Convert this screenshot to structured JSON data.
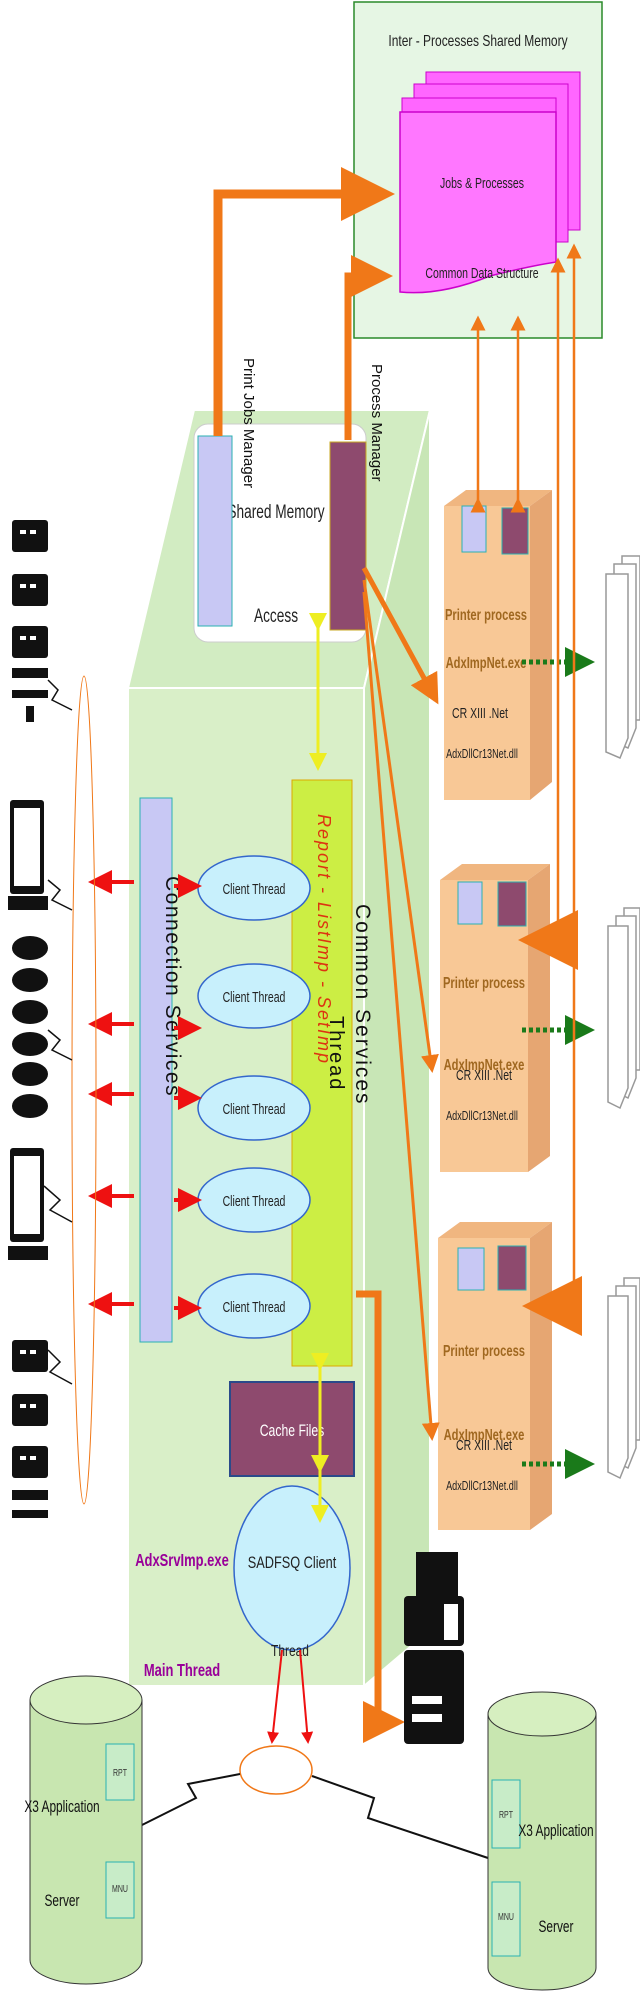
{
  "shared_memory": {
    "title": "Inter - Processes Shared Memory",
    "jobs": "Jobs & Processes",
    "common": "Common Data Structure"
  },
  "manager": {
    "print_jobs_manager": "Print Jobs Manager",
    "process_manager": "Process Manager",
    "sm_access_1": "Shared Memory",
    "sm_access_2": "Access"
  },
  "server": {
    "connection_services": "Connection Services",
    "thread_label": "Thread",
    "report_listimp": "Report - ListImp - SetImp",
    "common_services": "Common Services",
    "client_thread": "Client Thread",
    "cache_files": "Cache Files",
    "sadfsq_1": "SADFSQ  Client",
    "sadfsq_2": "Thread",
    "exe_name": "AdxSrvImp.exe",
    "main_thread": "Main Thread"
  },
  "printer_processes": [
    {
      "title": "Printer process",
      "exe": "AdxImpNet.exe",
      "cr": "CR XIII .Net",
      "dll": "AdxDllCr13Net.dll"
    },
    {
      "title": "Printer process",
      "exe": "AdxImpNet.exe",
      "cr": "CR XIII .Net",
      "dll": "AdxDllCr13Net.dll"
    },
    {
      "title": "Printer process",
      "exe": "AdxImpNet.exe",
      "cr": "CR XIII .Net",
      "dll": "AdxDllCr13Net.dll"
    }
  ],
  "app_servers": [
    {
      "name": "X3 Application",
      "sub": "Server",
      "rpt": "RPT",
      "mnu": "MNU"
    },
    {
      "name": "X3 Application",
      "sub": "Server",
      "rpt": "RPT",
      "mnu": "MNU"
    }
  ],
  "colors": {
    "green_box": "#d9efc8",
    "purple": "#8e4a6e",
    "lavender": "#c8c8f4",
    "magenta": "#ff66ff",
    "peach": "#f8c896",
    "orange_arrow": "#f07818",
    "red_arrow": "#ee1111",
    "dotted_green": "#1a7a1a",
    "yellow_green": "#ccee44",
    "client_fill": "#c8f0fc",
    "exe_text": "#990099"
  }
}
